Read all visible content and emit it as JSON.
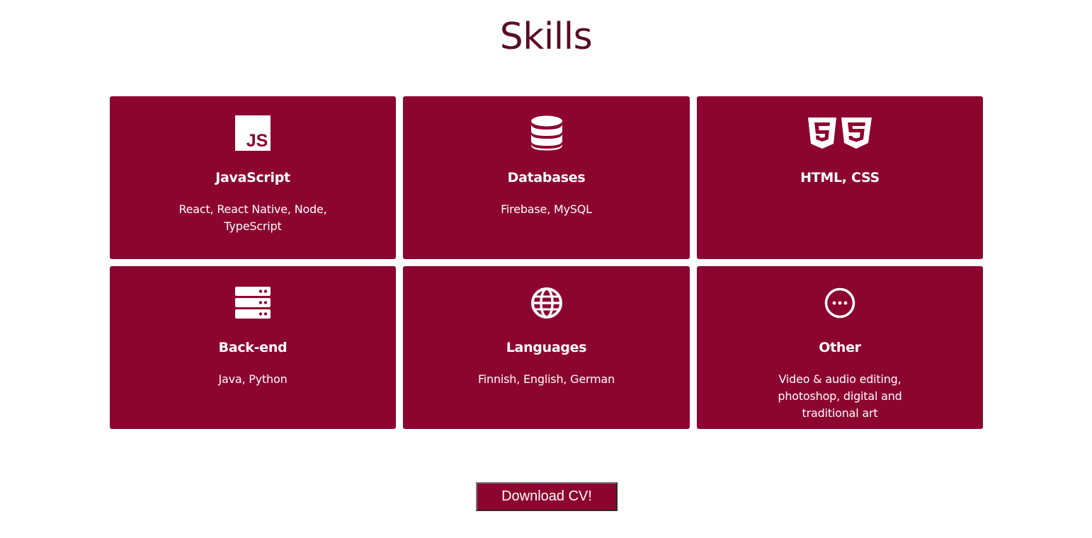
{
  "page": {
    "title": "Skills"
  },
  "skills": [
    {
      "icon": "javascript-logo-icon",
      "title": "JavaScript",
      "desc": "React, React Native, Node, TypeScript"
    },
    {
      "icon": "database-icon",
      "title": "Databases",
      "desc": "Firebase, MySQL"
    },
    {
      "icon": "html5-css3-icon",
      "title": "HTML, CSS",
      "desc": ""
    },
    {
      "icon": "server-icon",
      "title": "Back-end",
      "desc": "Java, Python"
    },
    {
      "icon": "globe-icon",
      "title": "Languages",
      "desc": "Finnish, English, German"
    },
    {
      "icon": "ellipsis-circle-icon",
      "title": "Other",
      "desc": "Video & audio editing, photoshop, digital and traditional art"
    }
  ],
  "download_button": {
    "label": "Download CV!"
  },
  "colors": {
    "card_bg": "#8c0530",
    "title": "#5a0c24",
    "text_on_card": "#ffffff"
  }
}
